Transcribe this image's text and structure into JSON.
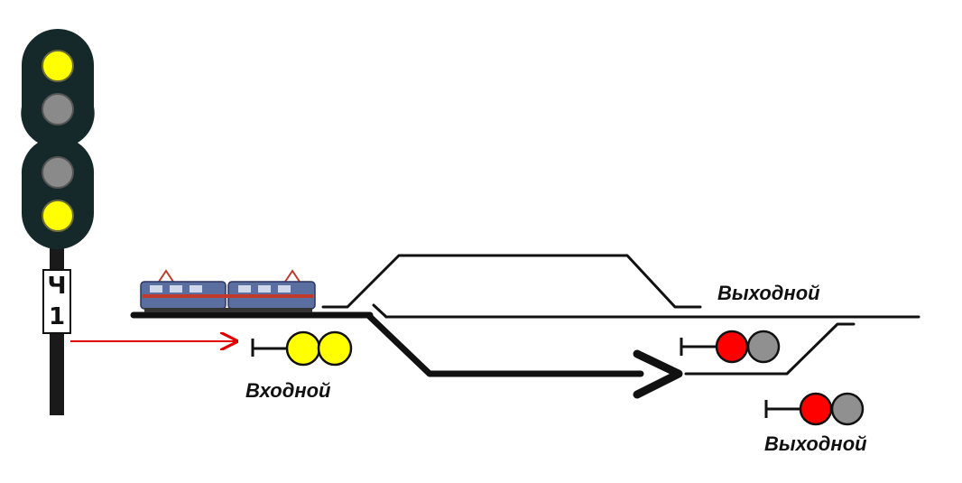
{
  "mast_signal": {
    "plate_top": "Ч",
    "plate_bottom": "1",
    "lamps": [
      "yellow",
      "off",
      "off",
      "yellow"
    ]
  },
  "labels": {
    "entry": "Входной",
    "exit_main": "Выходной",
    "exit_side": "Выходной"
  },
  "colors": {
    "signal_head": "#16292a",
    "lamp_yellow": "#ffff00",
    "lamp_off": "#8a8a8a",
    "lamp_red": "#ff0000",
    "lamp_gray": "#909090",
    "track": "#111111",
    "pointer_arrow": "#e00000"
  },
  "signals": {
    "entry": [
      "yellow",
      "yellow"
    ],
    "exit_main": [
      "red",
      "gray"
    ],
    "exit_side": [
      "red",
      "gray"
    ]
  }
}
